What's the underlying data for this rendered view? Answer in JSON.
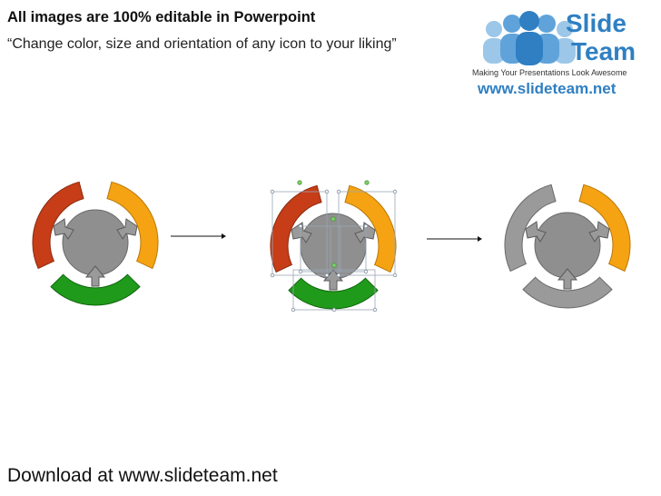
{
  "header": {
    "headline": "All images are 100% editable in Powerpoint",
    "subline": "“Change color, size and orientation of any icon to your liking”"
  },
  "logo": {
    "brand_line1": "Slide",
    "brand_line2": "Team",
    "tagline": "Making Your Presentations Look Awesome",
    "url": "www.slideteam.net"
  },
  "footer": {
    "download_text": "Download at www.slideteam.net"
  },
  "colors": {
    "red": "#c63d17",
    "orange": "#f5a312",
    "green": "#1f9a1a",
    "gray": "#8f8f8f",
    "brand_blue": "#2f7fc2"
  },
  "diagrams": [
    {
      "state": "original",
      "segment_colors": [
        "red",
        "orange",
        "green"
      ]
    },
    {
      "state": "selected-for-editing",
      "segment_colors": [
        "red",
        "orange",
        "green"
      ]
    },
    {
      "state": "recolored",
      "segment_colors": [
        "gray",
        "orange",
        "gray"
      ]
    }
  ]
}
